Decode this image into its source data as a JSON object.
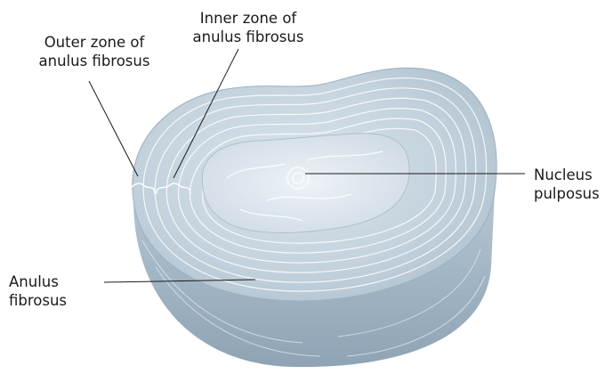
{
  "labels": {
    "outer_zone": [
      "Outer zone of",
      "anulus fibrosus"
    ],
    "inner_zone": [
      "Inner zone of",
      "anulus fibrosus"
    ],
    "nucleus": [
      "Nucleus",
      "pulposus"
    ],
    "anulus": [
      "Anulus",
      "fibrosus"
    ]
  },
  "colors": {
    "disc_top": "#c4d3de",
    "disc_side": "#a9bccb",
    "ring_line": "#ffffff",
    "nucleus_fill": "#dfe7ee",
    "leader_line": "#1a1a1a",
    "text": "#1a1a1a"
  }
}
